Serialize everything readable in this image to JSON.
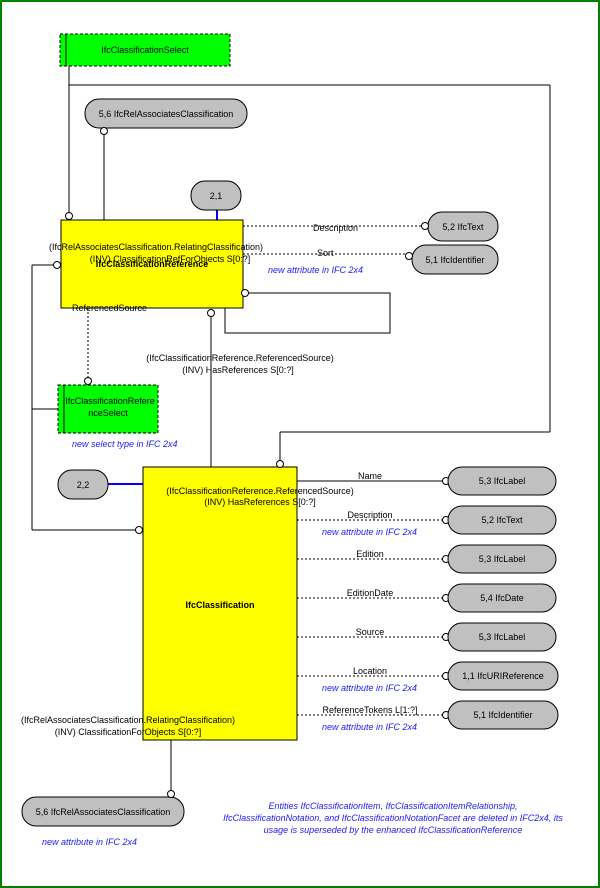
{
  "select_top": "IfcClassificationSelect",
  "rel_top": "5,6 IfcRelAssociatesClassification",
  "ref_badge": "2,1",
  "ref_entity": "IfcClassificationReference",
  "ref_inv1_a": "(IfcRelAssociatesClassification.RelatingClassification)",
  "ref_inv1_b": "(INV) ClassificationRefForObjects S[0:?]",
  "ref_attrs": {
    "description": "Description",
    "sort": "Sort",
    "sort_note": "new attribute in IFC 2x4",
    "referenced_source": "ReferencedSource"
  },
  "ref_types": {
    "text": "5,2 IfcText",
    "identifier": "5,1 IfcIdentifier"
  },
  "ref_inv2_a": "(IfcClassificationReference.ReferencedSource)",
  "ref_inv2_b": "(INV) HasReferences S[0:?]",
  "select_ref": "IfcClassificationReferenceSelect",
  "select_ref_note": "new select type in IFC 2x4",
  "cls_badge": "2,2",
  "cls_entity": "IfcClassification",
  "cls_inv1_a": "(IfcClassificationReference.ReferencedSource)",
  "cls_inv1_b": "(INV) HasReferences S[0:?]",
  "cls_attrs": [
    {
      "name": "Name",
      "type": "5,3 IfcLabel",
      "note": "",
      "dashed": false
    },
    {
      "name": "Description",
      "type": "5,2 IfcText",
      "note": "new attribute in IFC 2x4",
      "dashed": true
    },
    {
      "name": "Edition",
      "type": "5,3 IfcLabel",
      "note": "",
      "dashed": true
    },
    {
      "name": "EditionDate",
      "type": "5,4 IfcDate",
      "note": "",
      "dashed": true
    },
    {
      "name": "Source",
      "type": "5,3 IfcLabel",
      "note": "",
      "dashed": true
    },
    {
      "name": "Location",
      "type": "1,1 IfcURIReference",
      "note": "new attribute in IFC 2x4",
      "dashed": true
    },
    {
      "name": "ReferenceTokens L[1:?]",
      "type": "5,1 IfcIdentifier",
      "note": "new attribute in IFC 2x4",
      "dashed": true
    }
  ],
  "cls_inv2_a": "(IfcRelAssociatesClassification.RelatingClassification)",
  "cls_inv2_b": "(INV) ClassificationForObjects S[0:?]",
  "rel_bottom": "5,6 IfcRelAssociatesClassification",
  "rel_bottom_note": "new attribute in IFC 2x4",
  "footer_note": [
    "Entities IfcClassificationItem, IfcClassificationItemRelationship,",
    "IfcClassificationNotation, and IfcClassificationNotationFacet are deleted in IFC2x4, its",
    "usage is superseded by the enhanced IfcClassificationReference"
  ]
}
